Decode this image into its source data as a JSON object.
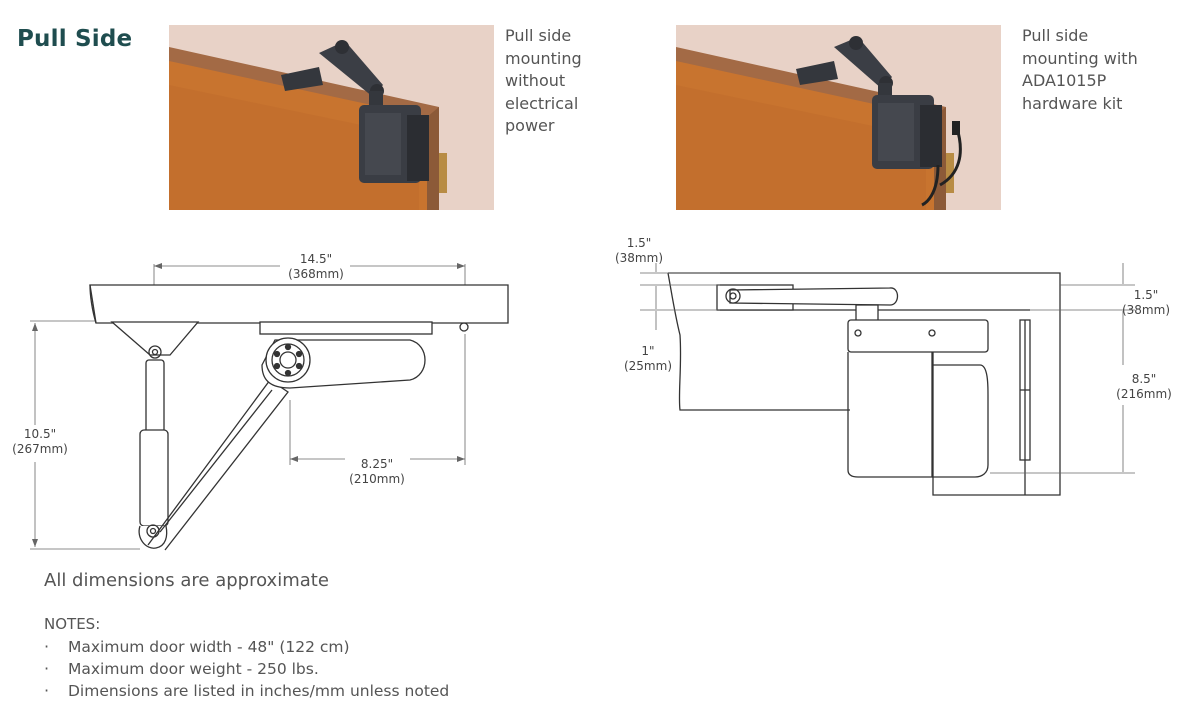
{
  "title": "Pull Side",
  "photos": [
    {
      "caption": "Pull side\nmounting\nwithout\nelectrical\npower"
    },
    {
      "caption": "Pull side\nmounting with\nADA1015P\nhardware kit"
    }
  ],
  "left_drawing": {
    "width_dim": "14.5\"\n(368mm)",
    "height_dim": "10.5\"\n(267mm)",
    "depth_dim": "8.25\"\n(210mm)"
  },
  "right_drawing": {
    "top_offset_dim": "1.5\"\n(38mm)",
    "arm_offset_dim": "1.5\"\n(38mm)",
    "door_offset_dim": "1\"\n(25mm)",
    "height_dim": "8.5\"\n(216mm)"
  },
  "approx_note": "All dimensions are approximate",
  "notes": {
    "heading": "NOTES:",
    "items": [
      "Maximum door width - 48\" (122 cm)",
      "Maximum door weight - 250 lbs.",
      "Dimensions are listed in inches/mm unless noted"
    ]
  },
  "colors": {
    "title": "#1f4d4f",
    "wall": "#e9d3c9",
    "door": "#c9742e",
    "frame": "#a06a45",
    "operator": "#3a3d44"
  }
}
